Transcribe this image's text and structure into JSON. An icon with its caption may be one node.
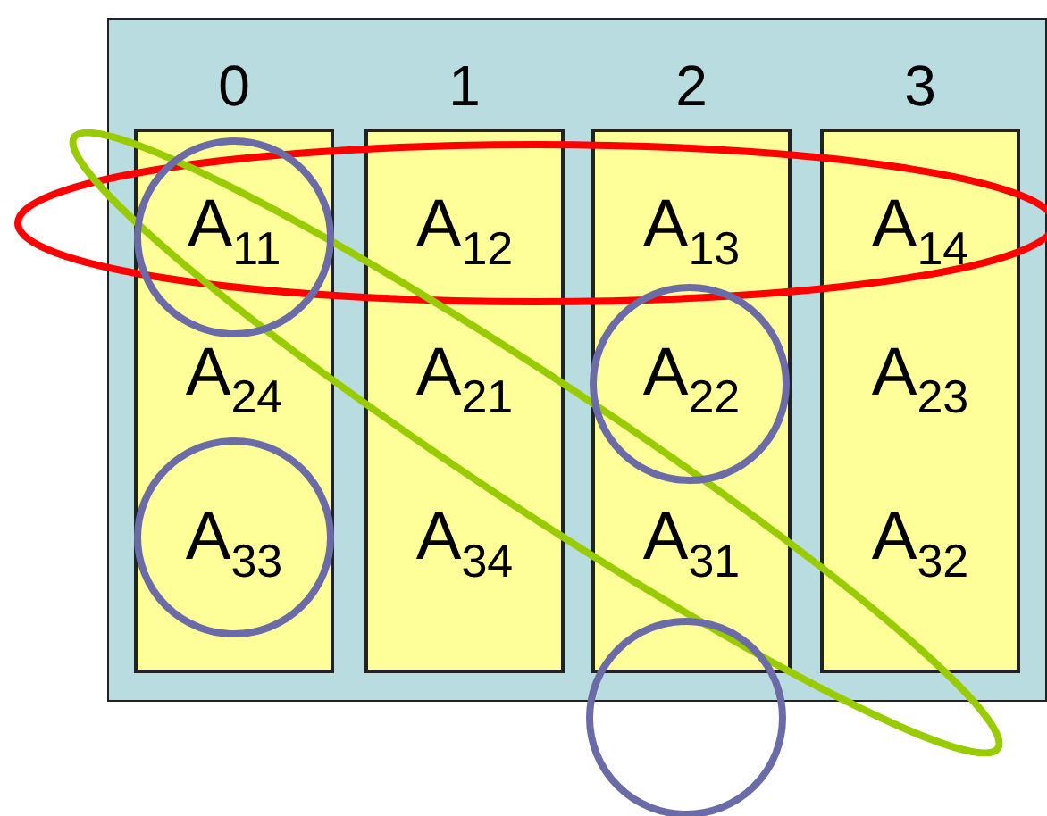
{
  "diagram": {
    "nodes": [
      {
        "text": [],
        "shape": "box"
      },
      {
        "text": [
          "0",
          "A$_{11}$",
          "A$_{24}$",
          "A$_{33}$"
        ],
        "in": 0
      },
      {
        "text": [
          "1",
          "A$_{12}$",
          "A$_{21}$",
          "A$_{34}$"
        ],
        "in": 0
      },
      {
        "text": [
          "2",
          "A$_{13}$",
          "A$_{22}$",
          "A$_{31}$"
        ],
        "in": 0
      },
      {
        "text": [
          "3",
          "A$_{14}$",
          "A$_{23}$",
          "A$_{32}$"
        ],
        "in": 0
      }
    ]
  }
}
